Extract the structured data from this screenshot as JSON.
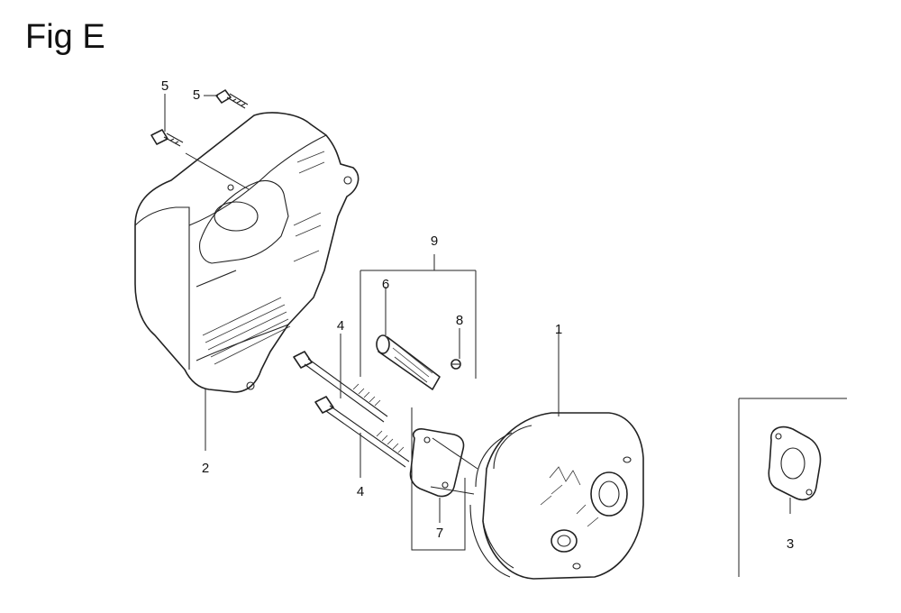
{
  "figure": {
    "title": "Fig E"
  },
  "callouts": {
    "p1": "1",
    "p2": "2",
    "p3": "3",
    "p4a": "4",
    "p4b": "4",
    "p5a": "5",
    "p5b": "5",
    "p6": "6",
    "p7": "7",
    "p8": "8",
    "p9": "9"
  }
}
